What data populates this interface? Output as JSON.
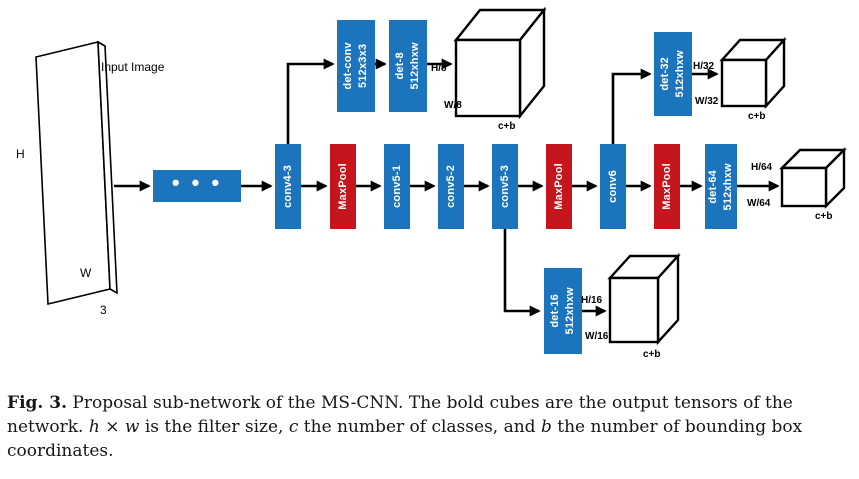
{
  "figure": {
    "colors": {
      "layer_blue": "#1c75bc",
      "pool_red": "#c4161c",
      "line_black": "#000000",
      "tensor_fill": "#ffffff"
    },
    "input": {
      "label": "Input Image",
      "height": "H",
      "width": "W",
      "channels": "3"
    },
    "ellipsis": "• • •",
    "layers": {
      "conv4_3": "conv4-3",
      "maxpool": "MaxPool",
      "conv5_1": "conv5-1",
      "conv5_2": "conv5-2",
      "conv5_3": "conv5-3",
      "conv6": "conv6",
      "det_conv": {
        "line1": "det-conv",
        "line2": "512x3x3"
      },
      "det8": {
        "line1": "det-8",
        "line2": "512xhxw"
      },
      "det16": {
        "line1": "det-16",
        "line2": "512xhxw"
      },
      "det32": {
        "line1": "det-32",
        "line2": "512xhxw"
      },
      "det64": {
        "line1": "det-64",
        "line2": "512xhxw"
      }
    },
    "tensors": {
      "t8": {
        "height": "H/8",
        "width": "W/8",
        "depth": "c+b"
      },
      "t16": {
        "height": "H/16",
        "width": "W/16",
        "depth": "c+b"
      },
      "t32": {
        "height": "H/32",
        "width": "W/32",
        "depth": "c+b"
      },
      "t64": {
        "height": "H/64",
        "width": "W/64",
        "depth": "c+b"
      }
    }
  },
  "caption": {
    "label": "Fig. 3.",
    "segments": [
      {
        "text": " Proposal sub-network of the MS-CNN. The bold cubes are the output tensors of the network. ",
        "italic": false
      },
      {
        "text": "h",
        "italic": true
      },
      {
        "text": " × ",
        "italic": false
      },
      {
        "text": "w",
        "italic": true
      },
      {
        "text": " is the filter size, ",
        "italic": false
      },
      {
        "text": "c",
        "italic": true
      },
      {
        "text": " the number of classes, and ",
        "italic": false
      },
      {
        "text": "b",
        "italic": true
      },
      {
        "text": " the number of bounding box coordinates.",
        "italic": false
      }
    ]
  }
}
